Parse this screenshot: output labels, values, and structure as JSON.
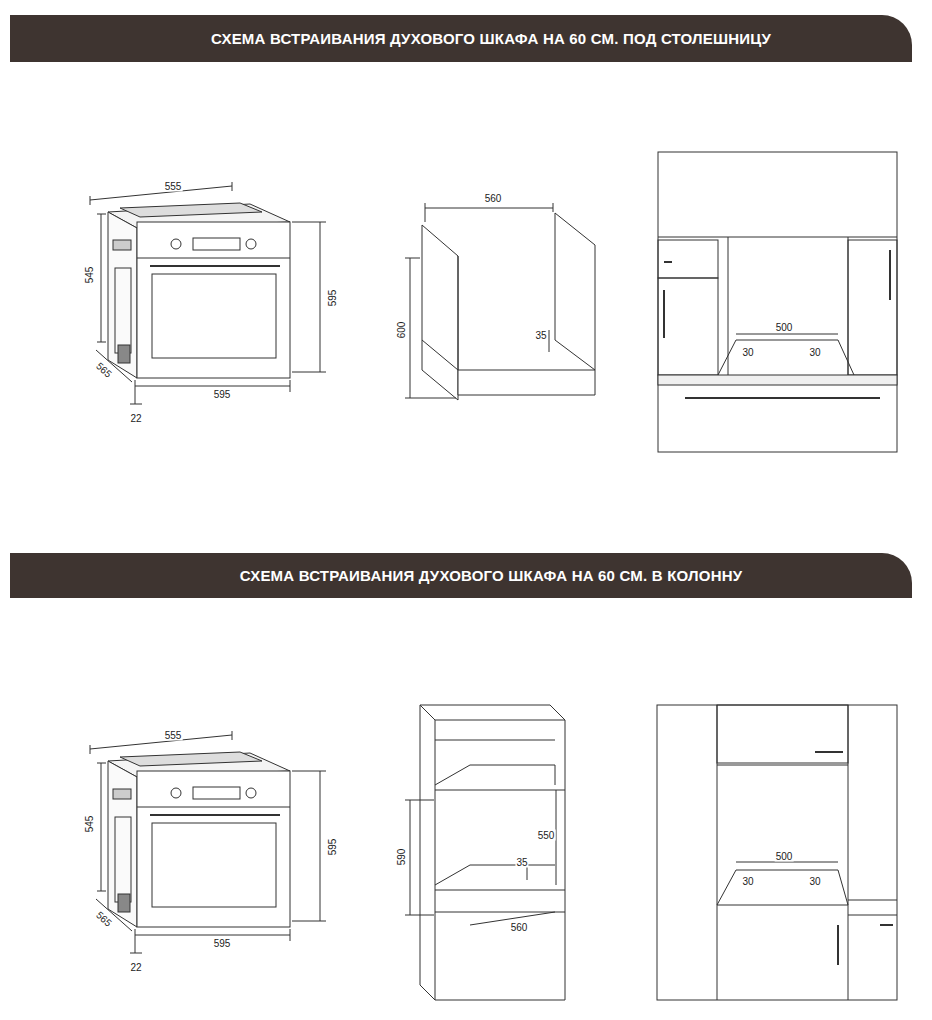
{
  "diagram": {
    "nodes": [
      {
        "text": [
          "СХЕМА ВСТРАИВАНИЯ ДУХОВОГО ШКАФА НА 60 СМ. ПОД СТОЛЕШНИЦУ"
        ]
      },
      {
        "text": [
          "СХЕМА ВСТРАИВАНИЯ ДУХОВОГО ШКАФА НА 60 СМ. В КОЛОННУ"
        ]
      }
    ],
    "edges": [],
    "labels": [
      "555",
      "545",
      "595",
      "565",
      "595",
      "22",
      "560",
      "600",
      "35",
      "500",
      "30",
      "30",
      "555",
      "545",
      "595",
      "565",
      "595",
      "22",
      "550",
      "590",
      "35",
      "560",
      "500",
      "30",
      "30"
    ]
  }
}
